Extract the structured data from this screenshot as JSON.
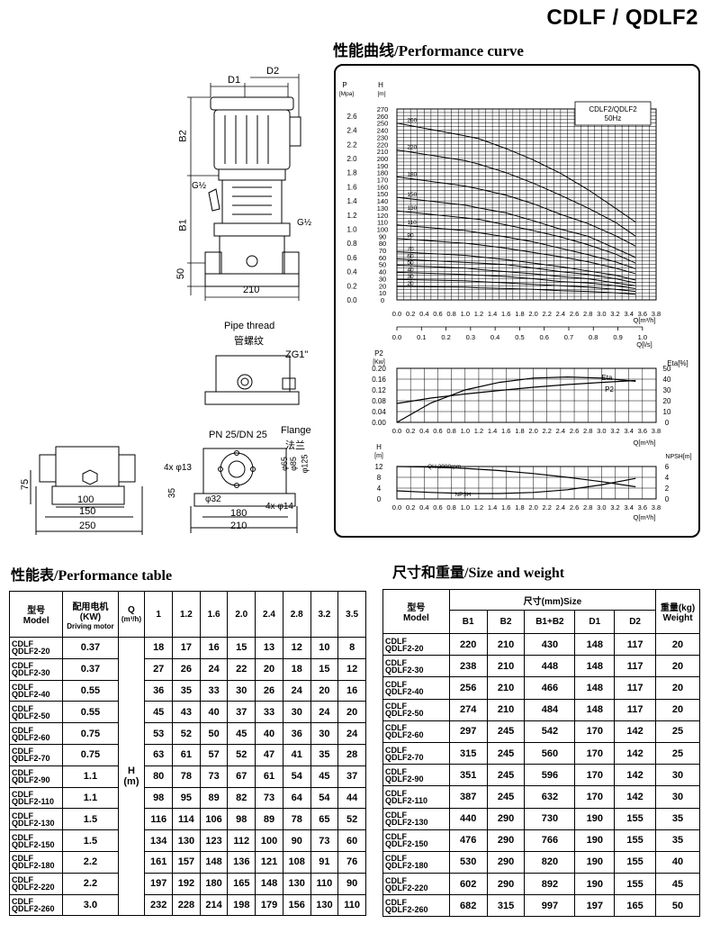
{
  "brand": "CDLF / QDLF2",
  "curve_section": {
    "title_cn": "性能曲线",
    "title_en": "/Performance curve"
  },
  "drawing": {
    "dim_D1": "D1",
    "dim_D2": "D2",
    "dim_B2": "B2",
    "dim_B1": "B1",
    "dim_50": "50",
    "dim_210": "210",
    "g1": "G½",
    "g2": "G½",
    "pipe_thread_en": "Pipe thread",
    "pipe_thread_cn": "管螺纹",
    "zg": "ZG1\"",
    "pn": "PN 25/DN 25",
    "flange_en": "Flange",
    "flange_cn": "法兰",
    "d75": "75",
    "d100": "100",
    "d150": "150",
    "d250": "250",
    "h13": "4x φ13",
    "h35": "35",
    "h32": "φ32",
    "h14": "4x φ14",
    "h180": "180",
    "h210": "210",
    "phi65": "φ65",
    "phi85": "φ85",
    "phi125": "φ125"
  },
  "chart_data": [
    {
      "type": "line",
      "title": "CDLF2/QDLF2 50Hz",
      "xlabel": "Q[m³/h]",
      "x2label": "Q[l/s]",
      "ylabel": "H [m]",
      "y2label": "P [Mpa]",
      "xlim": [
        0,
        3.8
      ],
      "ylim": [
        0,
        270
      ],
      "x_ticks": [
        "0.0",
        "0.2",
        "0.4",
        "0.6",
        "0.8",
        "1.0",
        "1.2",
        "1.4",
        "1.6",
        "1.8",
        "2.0",
        "2.2",
        "2.4",
        "2.6",
        "2.8",
        "3.0",
        "3.2",
        "3.4",
        "3.6",
        "3.8"
      ],
      "ls_ticks": [
        "0.0",
        "0.1",
        "0.2",
        "0.3",
        "0.4",
        "0.5",
        "0.6",
        "0.7",
        "0.8",
        "0.9",
        "1.0"
      ],
      "h_ticks": [
        "270",
        "260",
        "250",
        "240",
        "230",
        "220",
        "210",
        "200",
        "190",
        "180",
        "170",
        "160",
        "150",
        "140",
        "130",
        "120",
        "110",
        "100",
        "90",
        "80",
        "70",
        "60",
        "50",
        "40",
        "30",
        "20",
        "10",
        "0"
      ],
      "p_ticks": [
        "2.6",
        "2.4",
        "2.2",
        "2.0",
        "1.8",
        "1.6",
        "1.4",
        "1.2",
        "1.0",
        "0.8",
        "0.6",
        "0.4",
        "0.2",
        "0.0"
      ],
      "p_unit": "[Mpa]",
      "h_unit": "[m]",
      "p_letter": "P",
      "h_letter": "H",
      "x": [
        0,
        1,
        1.2,
        1.6,
        2.0,
        2.4,
        2.8,
        3.2,
        3.5
      ],
      "series": [
        {
          "name": "260",
          "values": [
            250,
            232,
            228,
            214,
            198,
            179,
            156,
            130,
            110
          ]
        },
        {
          "name": "220",
          "values": [
            212,
            197,
            192,
            180,
            165,
            148,
            130,
            110,
            90
          ]
        },
        {
          "name": "180",
          "values": [
            174,
            161,
            157,
            148,
            136,
            121,
            108,
            91,
            76
          ]
        },
        {
          "name": "150",
          "values": [
            145,
            134,
            130,
            123,
            112,
            100,
            90,
            73,
            60
          ]
        },
        {
          "name": "130",
          "values": [
            126,
            116,
            114,
            106,
            98,
            89,
            78,
            65,
            52
          ]
        },
        {
          "name": "110",
          "values": [
            106,
            98,
            95,
            89,
            82,
            73,
            64,
            54,
            44
          ]
        },
        {
          "name": "90",
          "values": [
            87,
            80,
            78,
            73,
            67,
            61,
            54,
            45,
            37
          ]
        },
        {
          "name": "70",
          "values": [
            68,
            63,
            61,
            57,
            52,
            47,
            41,
            35,
            28
          ]
        },
        {
          "name": "60",
          "values": [
            58,
            53,
            52,
            50,
            45,
            40,
            36,
            30,
            24
          ]
        },
        {
          "name": "50",
          "values": [
            49,
            45,
            43,
            40,
            37,
            33,
            30,
            24,
            20
          ]
        },
        {
          "name": "40",
          "values": [
            39,
            36,
            35,
            33,
            30,
            26,
            24,
            20,
            16
          ]
        },
        {
          "name": "30",
          "values": [
            29,
            27,
            26,
            24,
            22,
            20,
            18,
            15,
            12
          ]
        },
        {
          "name": "20",
          "values": [
            19,
            18,
            17,
            16,
            15,
            13,
            12,
            10,
            8
          ]
        }
      ]
    },
    {
      "type": "line",
      "xlabel": "Q[m³/h]",
      "ylabel": "P2 [Kw]",
      "y2label": "Eta[%]",
      "p2_letter": "P2",
      "p2_unit": "[Kw]",
      "eta_label": "Eta[%]",
      "p2_ticks": [
        "0.20",
        "0.16",
        "0.12",
        "0.08",
        "0.04",
        "0.00"
      ],
      "eta_ticks": [
        "50",
        "40",
        "30",
        "20",
        "10",
        "0"
      ],
      "x_ticks": [
        "0.0",
        "0.2",
        "0.4",
        "0.6",
        "0.8",
        "1.0",
        "1.2",
        "1.4",
        "1.6",
        "1.8",
        "2.0",
        "2.2",
        "2.4",
        "2.6",
        "2.8",
        "3.0",
        "3.2",
        "3.4",
        "3.6",
        "3.8"
      ],
      "ylim": [
        0,
        0.2
      ],
      "y2lim": [
        0,
        50
      ],
      "x": [
        0,
        0.5,
        1.0,
        1.5,
        2.0,
        2.5,
        3.0,
        3.5
      ],
      "series": [
        {
          "name": "Eta",
          "values": [
            0,
            18,
            30,
            37,
            41,
            42,
            41,
            38
          ]
        },
        {
          "name": "P2",
          "values": [
            0.07,
            0.09,
            0.105,
            0.118,
            0.13,
            0.14,
            0.148,
            0.155
          ]
        }
      ]
    },
    {
      "type": "line",
      "xlabel": "Q[m³/h]",
      "ylabel": "H [m]",
      "y2label": "NPSH[m]",
      "h_letter": "H",
      "h_unit": "[m]",
      "npsh_label": "NPSH[m]",
      "h_ticks": [
        "12",
        "8",
        "4",
        "0"
      ],
      "npsh_ticks": [
        "6",
        "4",
        "2",
        "0"
      ],
      "x_ticks": [
        "0.0",
        "0.2",
        "0.4",
        "0.6",
        "0.8",
        "1.0",
        "1.2",
        "1.4",
        "1.6",
        "1.8",
        "2.0",
        "2.2",
        "2.4",
        "2.6",
        "2.8",
        "3.0",
        "3.2",
        "3.4",
        "3.6",
        "3.8"
      ],
      "x": [
        0,
        0.5,
        1.0,
        1.5,
        2.0,
        2.5,
        3.0,
        3.5
      ],
      "series": [
        {
          "name": "QH 2900rpm",
          "values": [
            12,
            11.8,
            11.3,
            10.5,
            9.4,
            8.0,
            6.4,
            4.5
          ]
        },
        {
          "name": "NPSH",
          "values": [
            1.5,
            1.2,
            1.0,
            1.0,
            1.2,
            1.7,
            2.6,
            3.8
          ]
        }
      ]
    }
  ],
  "perf_table": {
    "title_cn": "性能表",
    "title_en": "/Performance table",
    "h_model_cn": "型号",
    "h_model_en": "Model",
    "h_motor_cn": "配用电机",
    "h_motor_kw": "(KW)",
    "h_motor_en": "Driving motor",
    "h_q": "Q",
    "h_q_unit": "(m³/h)",
    "h_label": "H",
    "h_unit": "(m)",
    "q_values": [
      "1",
      "1.2",
      "1.6",
      "2.0",
      "2.4",
      "2.8",
      "3.2",
      "3.5"
    ],
    "rows": [
      {
        "m1": "CDLF",
        "m2": "QDLF2-20",
        "kw": "0.37",
        "h": [
          "18",
          "17",
          "16",
          "15",
          "13",
          "12",
          "10",
          "8"
        ]
      },
      {
        "m1": "CDLF",
        "m2": "QDLF2-30",
        "kw": "0.37",
        "h": [
          "27",
          "26",
          "24",
          "22",
          "20",
          "18",
          "15",
          "12"
        ]
      },
      {
        "m1": "CDLF",
        "m2": "QDLF2-40",
        "kw": "0.55",
        "h": [
          "36",
          "35",
          "33",
          "30",
          "26",
          "24",
          "20",
          "16"
        ]
      },
      {
        "m1": "CDLF",
        "m2": "QDLF2-50",
        "kw": "0.55",
        "h": [
          "45",
          "43",
          "40",
          "37",
          "33",
          "30",
          "24",
          "20"
        ]
      },
      {
        "m1": "CDLF",
        "m2": "QDLF2-60",
        "kw": "0.75",
        "h": [
          "53",
          "52",
          "50",
          "45",
          "40",
          "36",
          "30",
          "24"
        ]
      },
      {
        "m1": "CDLF",
        "m2": "QDLF2-70",
        "kw": "0.75",
        "h": [
          "63",
          "61",
          "57",
          "52",
          "47",
          "41",
          "35",
          "28"
        ]
      },
      {
        "m1": "CDLF",
        "m2": "QDLF2-90",
        "kw": "1.1",
        "h": [
          "80",
          "78",
          "73",
          "67",
          "61",
          "54",
          "45",
          "37"
        ]
      },
      {
        "m1": "CDLF",
        "m2": "QDLF2-110",
        "kw": "1.1",
        "h": [
          "98",
          "95",
          "89",
          "82",
          "73",
          "64",
          "54",
          "44"
        ]
      },
      {
        "m1": "CDLF",
        "m2": "QDLF2-130",
        "kw": "1.5",
        "h": [
          "116",
          "114",
          "106",
          "98",
          "89",
          "78",
          "65",
          "52"
        ]
      },
      {
        "m1": "CDLF",
        "m2": "QDLF2-150",
        "kw": "1.5",
        "h": [
          "134",
          "130",
          "123",
          "112",
          "100",
          "90",
          "73",
          "60"
        ]
      },
      {
        "m1": "CDLF",
        "m2": "QDLF2-180",
        "kw": "2.2",
        "h": [
          "161",
          "157",
          "148",
          "136",
          "121",
          "108",
          "91",
          "76"
        ]
      },
      {
        "m1": "CDLF",
        "m2": "QDLF2-220",
        "kw": "2.2",
        "h": [
          "197",
          "192",
          "180",
          "165",
          "148",
          "130",
          "110",
          "90"
        ]
      },
      {
        "m1": "CDLF",
        "m2": "QDLF2-260",
        "kw": "3.0",
        "h": [
          "232",
          "228",
          "214",
          "198",
          "179",
          "156",
          "130",
          "110"
        ]
      }
    ]
  },
  "size_table": {
    "title_cn": "尺寸和重量",
    "title_en": "/Size and weight",
    "h_model_cn": "型号",
    "h_model_en": "Model",
    "h_size": "尺寸(mm)Size",
    "h_weight_cn": "重量(kg)",
    "h_weight_en": "Weight",
    "cols": [
      "B1",
      "B2",
      "B1+B2",
      "D1",
      "D2"
    ],
    "rows": [
      {
        "m1": "CDLF",
        "m2": "QDLF2-20",
        "v": [
          "220",
          "210",
          "430",
          "148",
          "117"
        ],
        "w": "20"
      },
      {
        "m1": "CDLF",
        "m2": "QDLF2-30",
        "v": [
          "238",
          "210",
          "448",
          "148",
          "117"
        ],
        "w": "20"
      },
      {
        "m1": "CDLF",
        "m2": "QDLF2-40",
        "v": [
          "256",
          "210",
          "466",
          "148",
          "117"
        ],
        "w": "20"
      },
      {
        "m1": "CDLF",
        "m2": "QDLF2-50",
        "v": [
          "274",
          "210",
          "484",
          "148",
          "117"
        ],
        "w": "20"
      },
      {
        "m1": "CDLF",
        "m2": "QDLF2-60",
        "v": [
          "297",
          "245",
          "542",
          "170",
          "142"
        ],
        "w": "25"
      },
      {
        "m1": "CDLF",
        "m2": "QDLF2-70",
        "v": [
          "315",
          "245",
          "560",
          "170",
          "142"
        ],
        "w": "25"
      },
      {
        "m1": "CDLF",
        "m2": "QDLF2-90",
        "v": [
          "351",
          "245",
          "596",
          "170",
          "142"
        ],
        "w": "30"
      },
      {
        "m1": "CDLF",
        "m2": "QDLF2-110",
        "v": [
          "387",
          "245",
          "632",
          "170",
          "142"
        ],
        "w": "30"
      },
      {
        "m1": "CDLF",
        "m2": "QDLF2-130",
        "v": [
          "440",
          "290",
          "730",
          "190",
          "155"
        ],
        "w": "35"
      },
      {
        "m1": "CDLF",
        "m2": "QDLF2-150",
        "v": [
          "476",
          "290",
          "766",
          "190",
          "155"
        ],
        "w": "35"
      },
      {
        "m1": "CDLF",
        "m2": "QDLF2-180",
        "v": [
          "530",
          "290",
          "820",
          "190",
          "155"
        ],
        "w": "40"
      },
      {
        "m1": "CDLF",
        "m2": "QDLF2-220",
        "v": [
          "602",
          "290",
          "892",
          "190",
          "155"
        ],
        "w": "45"
      },
      {
        "m1": "CDLF",
        "m2": "QDLF2-260",
        "v": [
          "682",
          "315",
          "997",
          "197",
          "165"
        ],
        "w": "50"
      }
    ]
  }
}
